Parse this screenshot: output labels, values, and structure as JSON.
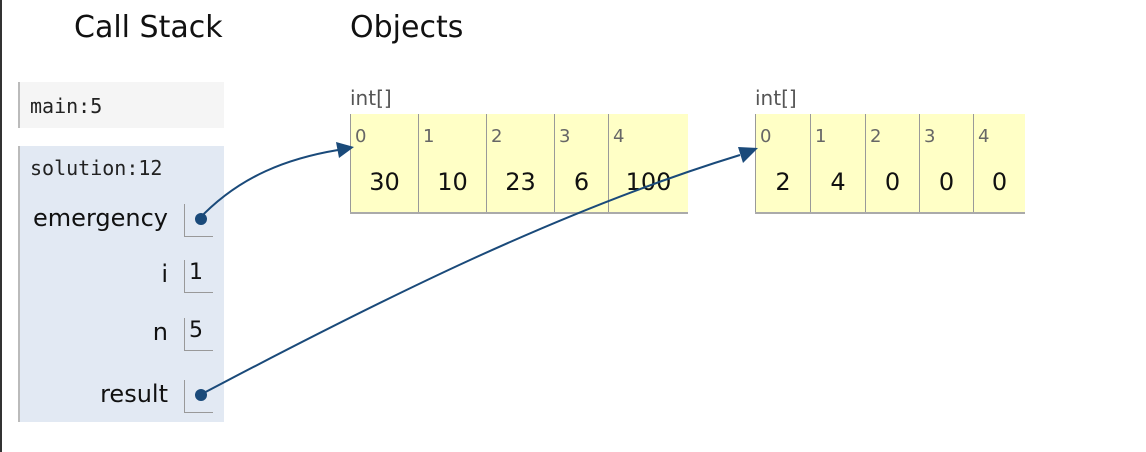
{
  "headings": {
    "call_stack": "Call Stack",
    "objects": "Objects"
  },
  "frames": [
    {
      "title": "main:5",
      "vars": []
    },
    {
      "title": "solution:12",
      "vars": [
        {
          "name": "emergency",
          "value": null,
          "pointer": true
        },
        {
          "name": "i",
          "value": "1",
          "pointer": false
        },
        {
          "name": "n",
          "value": "5",
          "pointer": false
        },
        {
          "name": "result",
          "value": null,
          "pointer": true
        }
      ]
    }
  ],
  "objects": [
    {
      "type": "int[]",
      "indices": [
        "0",
        "1",
        "2",
        "3",
        "4"
      ],
      "values": [
        "30",
        "10",
        "23",
        "6",
        "100"
      ]
    },
    {
      "type": "int[]",
      "indices": [
        "0",
        "1",
        "2",
        "3",
        "4"
      ],
      "values": [
        "2",
        "4",
        "0",
        "0",
        "0"
      ]
    }
  ],
  "colors": {
    "arrow": "#1a4a7a",
    "cell_bg": "#ffffc6",
    "frame_bg": "#e2e9f3"
  }
}
